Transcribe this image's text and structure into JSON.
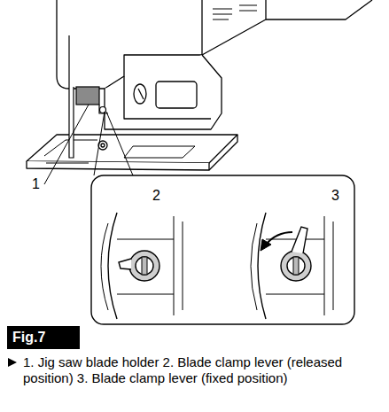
{
  "diagram": {
    "caption": "1. Jig saw blade holder 2. Blade clamp lever (released position) 3. Blade clamp lever (fixed position)",
    "nodes": [
      {
        "text": [
          "Fig.7"
        ]
      }
    ],
    "edges": [],
    "labels": [
      "1",
      "2",
      "3"
    ]
  }
}
